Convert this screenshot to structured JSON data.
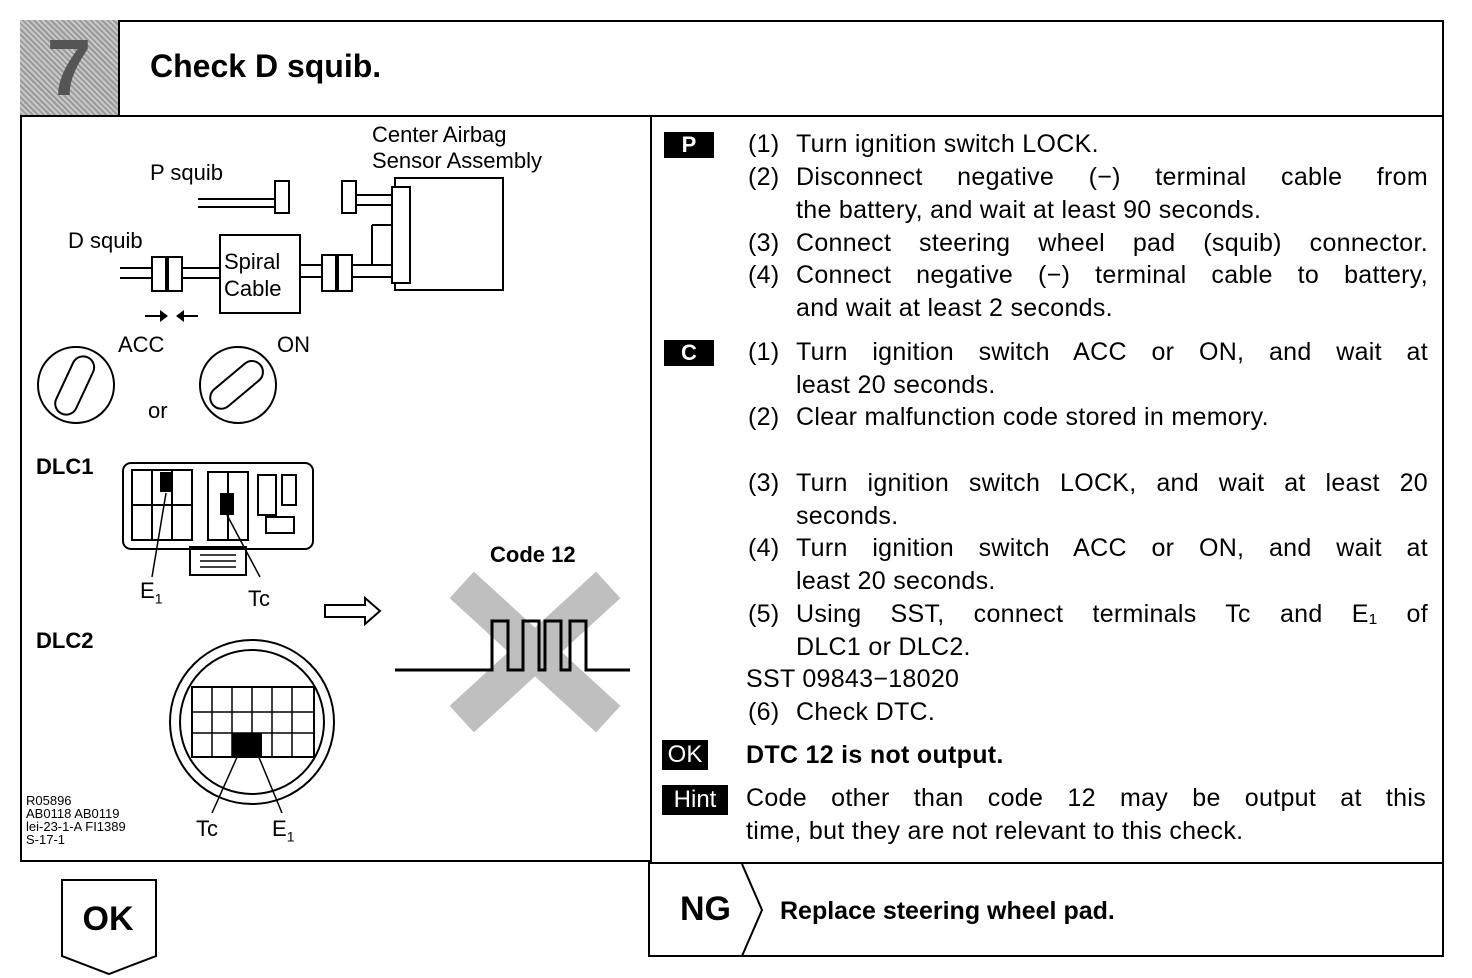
{
  "header": {
    "step_number": "7",
    "title": "Check D squib."
  },
  "diagram": {
    "airbag_sensor_label_line1": "Center Airbag",
    "airbag_sensor_label_line2": "Sensor Assembly",
    "p_squib": "P squib",
    "d_squib": "D squib",
    "spiral_line1": "Spiral",
    "spiral_line2": "Cable",
    "acc": "ACC",
    "on": "ON",
    "or": "or",
    "dlc1": "DLC1",
    "dlc2": "DLC2",
    "e1": "E",
    "e1_sub": "1",
    "tc": "Tc",
    "code": "Code 12",
    "ref_codes": [
      "R05896",
      "AB0118 AB0119",
      "lei-23-1-A FI1389",
      "S-17-1"
    ]
  },
  "procedure": {
    "p_tag": "P",
    "p_steps": [
      {
        "num": "(1)",
        "lines": [
          "Turn ignition switch LOCK."
        ]
      },
      {
        "num": "(2)",
        "lines": [
          "Disconnect negative (−) terminal cable from",
          "the battery, and wait at least 90 seconds."
        ]
      },
      {
        "num": "(3)",
        "lines": [
          "Connect steering wheel pad (squib) connector."
        ]
      },
      {
        "num": "(4)",
        "lines": [
          "Connect negative (−) terminal cable to battery,",
          "and wait at least 2 seconds."
        ]
      }
    ],
    "c_tag": "C",
    "c_steps": [
      {
        "num": "(1)",
        "lines": [
          "Turn ignition switch ACC or ON, and wait at",
          "least 20 seconds."
        ]
      },
      {
        "num": "(2)",
        "lines": [
          "Clear malfunction code stored in memory."
        ]
      },
      {
        "num": "(3)",
        "lines": [
          "Turn ignition switch LOCK, and wait at least 20",
          "seconds."
        ]
      },
      {
        "num": "(4)",
        "lines": [
          "Turn ignition switch ACC or ON, and wait at",
          "least 20 seconds."
        ]
      },
      {
        "num": "(5)",
        "lines": [
          "Using SST, connect terminals Tc and E₁ of",
          "DLC1 or DLC2."
        ]
      }
    ],
    "sst": "SST 09843−18020",
    "step6_num": "(6)",
    "step6": "Check DTC.",
    "ok_tag": "OK",
    "ok_text": "DTC 12 is not output.",
    "hint_tag": "Hint",
    "hint_lines": [
      "Code other than code 12 may be output at this",
      "time, but they are not relevant to this check."
    ]
  },
  "result": {
    "ok": "OK",
    "ng": "NG",
    "ng_action": "Replace steering wheel pad."
  }
}
